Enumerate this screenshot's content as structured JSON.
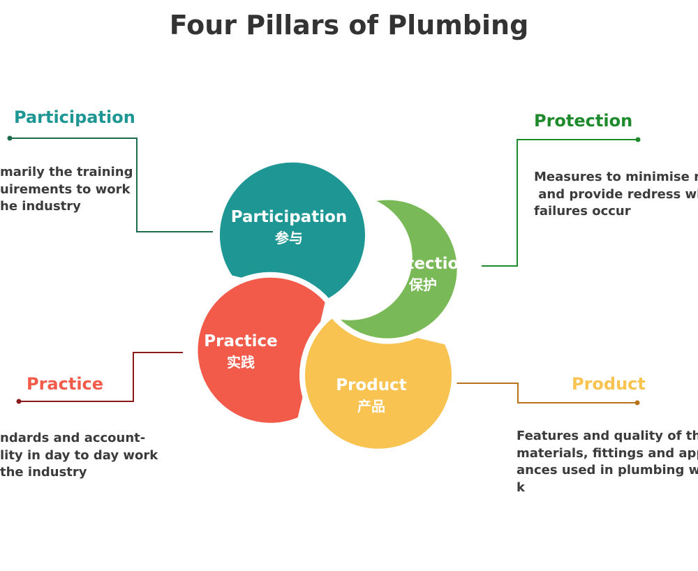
{
  "title": "Four Pillars of Plumbing",
  "colors": {
    "participation": "#1e9693",
    "protection": "#7ab957",
    "practice": "#f25a49",
    "product": "#f8c350",
    "participation_line": "#1c6b4c",
    "protection_line": "#1f8a2c",
    "practice_line": "#8a1b1b",
    "product_line": "#b8741d"
  },
  "pillars": {
    "participation": {
      "label_en": "Participation",
      "label_zh": "参与",
      "side_title": "Participation",
      "desc_lines": [
        "marily the training",
        "uirements to work",
        "he industry"
      ]
    },
    "protection": {
      "label_en": "Protection",
      "label_zh": "保护",
      "side_title": "Protection",
      "desc_lines": [
        "Measures to minimise ri",
        " and provide redress wh",
        "failures occur"
      ]
    },
    "practice": {
      "label_en": "Practice",
      "label_zh": "实践",
      "side_title": "Practice",
      "desc_lines": [
        "ndards and account-",
        "lity in day to day work",
        "the industry"
      ]
    },
    "product": {
      "label_en": "Product",
      "label_zh": "产品",
      "side_title": "Product",
      "desc_lines": [
        "Features and quality of the",
        "materials, fittings and app",
        "ances used in plumbing wo",
        "k"
      ]
    }
  }
}
